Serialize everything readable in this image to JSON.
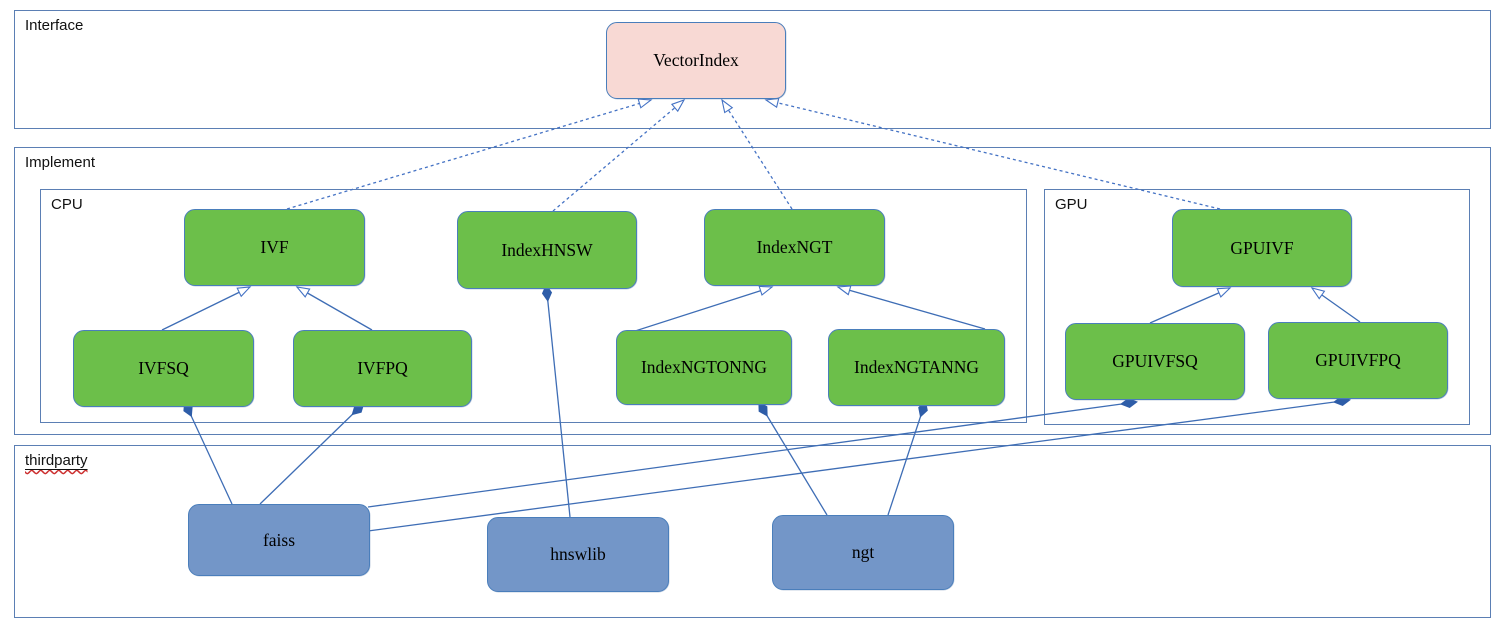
{
  "diagram_type": "uml-class-diagram",
  "containers": {
    "interface": {
      "label": "Interface"
    },
    "implement": {
      "label": "Implement"
    },
    "cpu": {
      "label": "CPU"
    },
    "gpu": {
      "label": "GPU"
    },
    "thirdparty": {
      "label": "thirdparty"
    }
  },
  "nodes": {
    "vectorindex": {
      "label": "VectorIndex",
      "fill": "#f8d9d4",
      "group": "interface"
    },
    "ivf": {
      "label": "IVF",
      "fill": "#6cbf4a",
      "group": "cpu"
    },
    "indexhnsw": {
      "label": "IndexHNSW",
      "fill": "#6cbf4a",
      "group": "cpu"
    },
    "indexngt": {
      "label": "IndexNGT",
      "fill": "#6cbf4a",
      "group": "cpu"
    },
    "ivfsq": {
      "label": "IVFSQ",
      "fill": "#6cbf4a",
      "group": "cpu"
    },
    "ivfpq": {
      "label": "IVFPQ",
      "fill": "#6cbf4a",
      "group": "cpu"
    },
    "indexngtonng": {
      "label": "IndexNGTONNG",
      "fill": "#6cbf4a",
      "group": "cpu"
    },
    "indexngtanng": {
      "label": "IndexNGTANNG",
      "fill": "#6cbf4a",
      "group": "cpu"
    },
    "gpuivf": {
      "label": "GPUIVF",
      "fill": "#6cbf4a",
      "group": "gpu"
    },
    "gpuivfsq": {
      "label": "GPUIVFSQ",
      "fill": "#6cbf4a",
      "group": "gpu"
    },
    "gpuivfpq": {
      "label": "GPUIVFPQ",
      "fill": "#6cbf4a",
      "group": "gpu"
    },
    "faiss": {
      "label": "faiss",
      "fill": "#7396c8",
      "group": "thirdparty"
    },
    "hnswlib": {
      "label": "hnswlib",
      "fill": "#7396c8",
      "group": "thirdparty"
    },
    "ngt": {
      "label": "ngt",
      "fill": "#7396c8",
      "group": "thirdparty"
    }
  },
  "connectors": [
    {
      "from": "ivf",
      "to": "vectorindex",
      "type": "realization"
    },
    {
      "from": "indexhnsw",
      "to": "vectorindex",
      "type": "realization"
    },
    {
      "from": "indexngt",
      "to": "vectorindex",
      "type": "realization"
    },
    {
      "from": "gpuivf",
      "to": "vectorindex",
      "type": "realization"
    },
    {
      "from": "ivfsq",
      "to": "ivf",
      "type": "generalization"
    },
    {
      "from": "ivfpq",
      "to": "ivf",
      "type": "generalization"
    },
    {
      "from": "indexngtonng",
      "to": "indexngt",
      "type": "generalization"
    },
    {
      "from": "indexngtanng",
      "to": "indexngt",
      "type": "generalization"
    },
    {
      "from": "gpuivfsq",
      "to": "gpuivf",
      "type": "generalization"
    },
    {
      "from": "gpuivfpq",
      "to": "gpuivf",
      "type": "generalization"
    },
    {
      "from": "faiss",
      "to": "ivfsq",
      "type": "composition"
    },
    {
      "from": "faiss",
      "to": "ivfpq",
      "type": "composition"
    },
    {
      "from": "faiss",
      "to": "gpuivfsq",
      "type": "composition"
    },
    {
      "from": "faiss",
      "to": "gpuivfpq",
      "type": "composition"
    },
    {
      "from": "hnswlib",
      "to": "indexhnsw",
      "type": "composition"
    },
    {
      "from": "ngt",
      "to": "indexngtonng",
      "type": "composition"
    },
    {
      "from": "ngt",
      "to": "indexngtanng",
      "type": "composition"
    }
  ],
  "colors": {
    "node_green": "#6cbf4a",
    "node_pink": "#f8d9d4",
    "node_blue": "#7396c8",
    "node_border": "#4a7ebb",
    "container_border": "#5b7fb4",
    "connector": "#3e6db5",
    "connector_dashed": "#4472c4",
    "diamond_fill": "#2e5da8",
    "spellcheck_underline": "#cc2f2f",
    "text": "#000000"
  }
}
